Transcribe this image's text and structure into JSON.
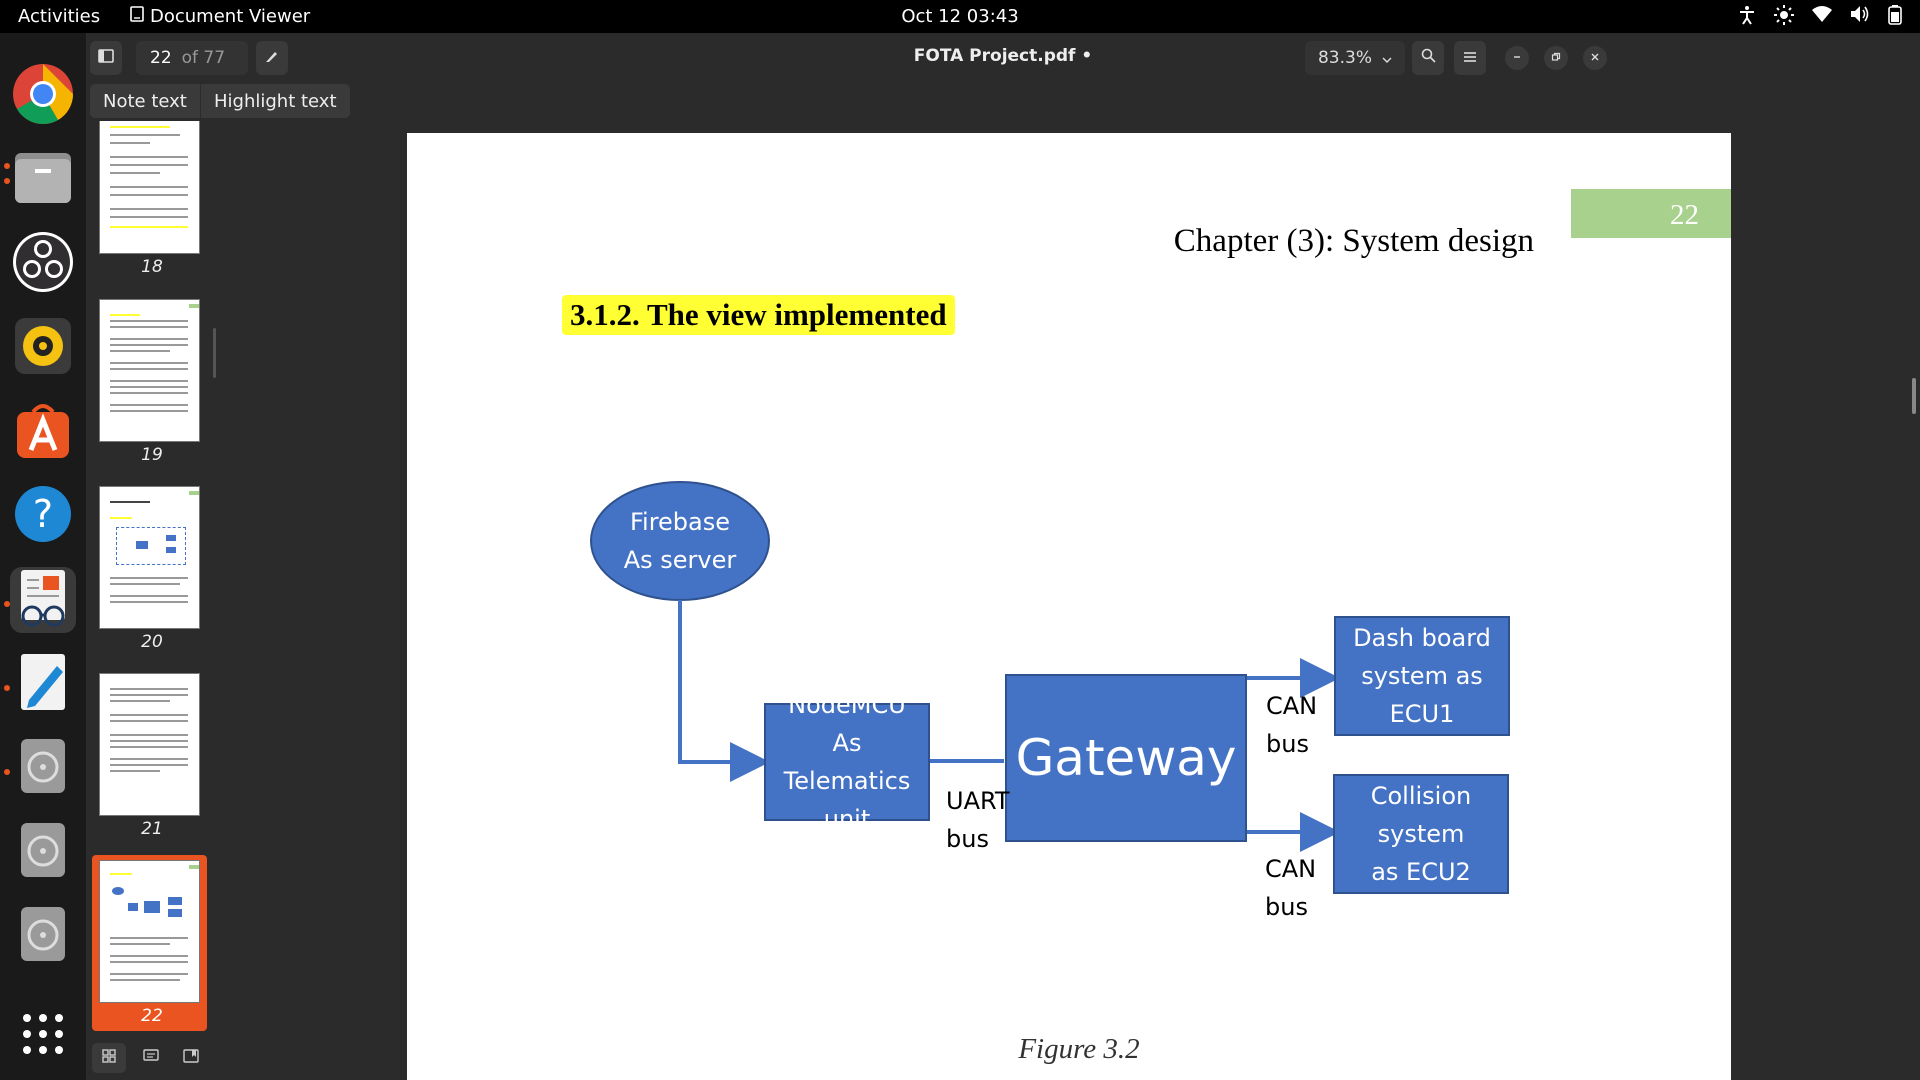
{
  "topbar": {
    "activities": "Activities",
    "app_name": "Document Viewer",
    "clock": "Oct 12  03:43"
  },
  "dock": {
    "apps": [
      "chrome-icon",
      "files-icon",
      "obs-icon",
      "rhythmbox-icon",
      "app-center-icon",
      "help-icon",
      "document-viewer-icon",
      "text-editor-icon",
      "disc-icon",
      "disc-icon",
      "disc-icon",
      "show-apps-icon"
    ]
  },
  "header": {
    "page_current": "22",
    "page_total": "of 77",
    "title": "FOTA Project.pdf •",
    "zoom": "83.3%"
  },
  "annotation_toolbar": {
    "note_text": "Note text",
    "highlight_text": "Highlight text"
  },
  "thumbnails": [
    {
      "label": "18"
    },
    {
      "label": "19"
    },
    {
      "label": "20"
    },
    {
      "label": "21"
    },
    {
      "label": "22",
      "selected": true
    }
  ],
  "document_page": {
    "page_number": "22",
    "chapter_heading": "Chapter (3): System design",
    "section_heading": "3.1.2. The view implemented",
    "figure_caption": "Figure 3.2",
    "diagram": {
      "firebase_line1": "Firebase",
      "firebase_line2": "As server",
      "nodemcu_line1": "NodeMCU",
      "nodemcu_line2": "As Telematics",
      "nodemcu_line3": "unit",
      "gateway": "Gateway",
      "dash_line1": "Dash board",
      "dash_line2": "system as ECU1",
      "collision_line1": "Collision system",
      "collision_line2": "as ECU2",
      "uart_line1": "UART",
      "uart_line2": "bus",
      "can1_line1": "CAN",
      "can1_line2": "bus",
      "can2_line1": "CAN",
      "can2_line2": "bus"
    }
  },
  "colors": {
    "diagram_blue": "#4472c4",
    "highlight_yellow": "#ffff33",
    "page_number_green": "#a9d18e",
    "selection_orange": "#e95420"
  }
}
